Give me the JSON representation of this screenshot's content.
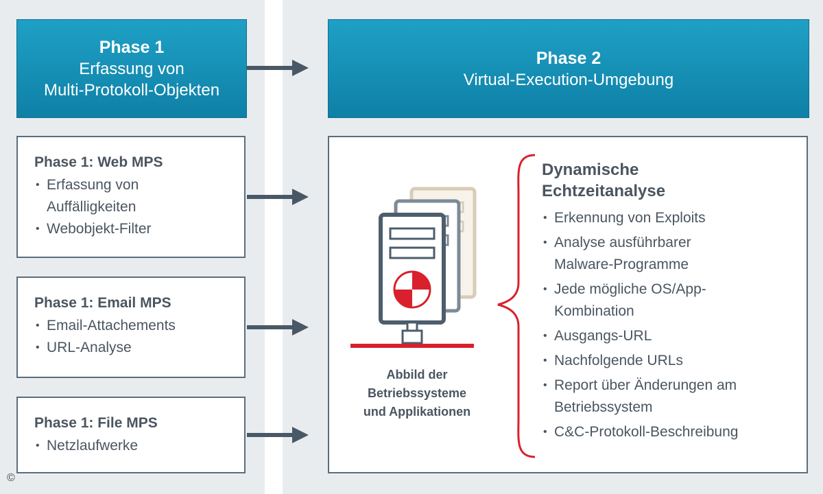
{
  "phase1": {
    "title": "Phase 1",
    "subtitle_line1": "Erfassung von",
    "subtitle_line2": "Multi-Protokoll-Objekten"
  },
  "phase2": {
    "title": "Phase 2",
    "subtitle": "Virtual-Execution-Umgebung"
  },
  "mps_boxes": [
    {
      "title": "Phase 1: Web MPS",
      "items": [
        "Erfassung von Auffälligkeiten",
        "Webobjekt-Filter"
      ]
    },
    {
      "title": "Phase 1: Email MPS",
      "items": [
        "Email-Attachements",
        "URL-Analyse"
      ]
    },
    {
      "title": "Phase 1: File MPS",
      "items": [
        "Netzlaufwerke"
      ]
    }
  ],
  "image_caption": {
    "line1": "Abbild der",
    "line2": "Betriebssysteme",
    "line3": "und Applikationen"
  },
  "analysis": {
    "title": "Dynamische Echtzeitanalyse",
    "items": [
      "Erkennung von Exploits",
      "Analyse ausführbarer Malware-Programme",
      "Jede mögliche OS/App-Kombination",
      "Ausgangs-URL",
      "Nachfolgende URLs",
      "Report über Änderungen am Betriebssystem",
      "C&C-Protokoll-Beschreibung"
    ]
  },
  "colors": {
    "header_blue": "#1796bd",
    "box_border": "#5b6d7d",
    "arrow": "#495866",
    "accent_red": "#d9202d"
  },
  "copyright_symbol": "©"
}
